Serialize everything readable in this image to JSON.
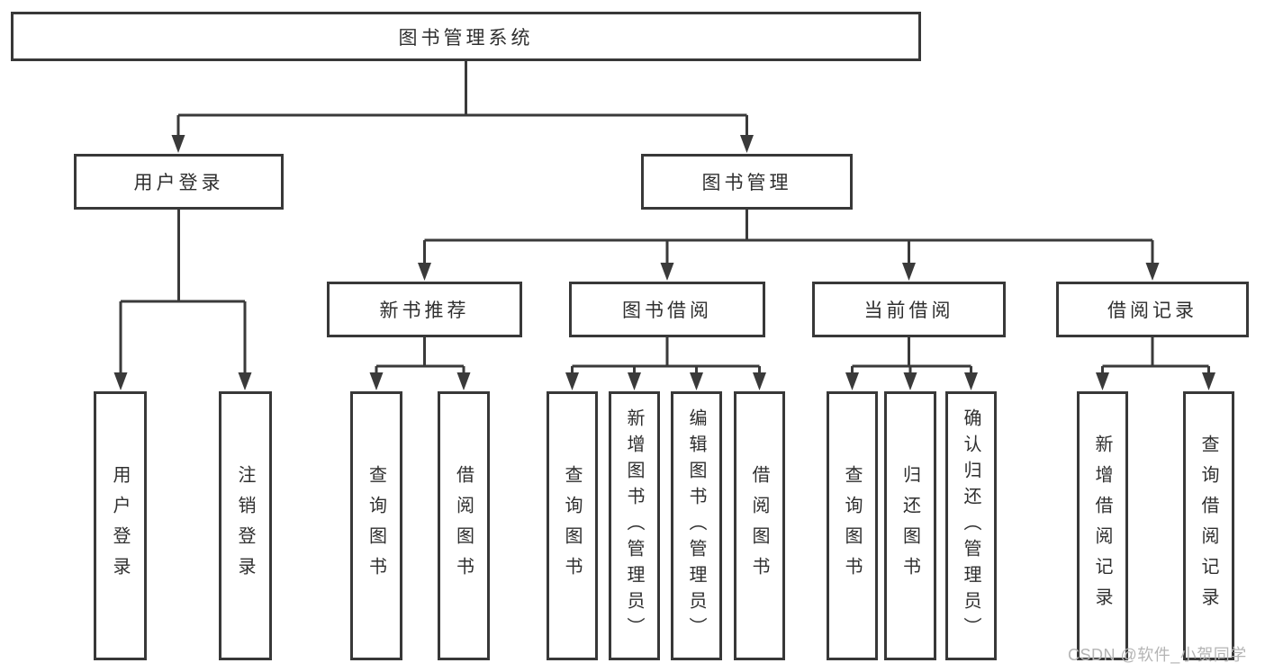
{
  "diagram": {
    "type": "hierarchy-tree",
    "watermark": "CSDN @软件_小贺同学",
    "colors": {
      "background": "#ffffff",
      "line": "#3a3a3a",
      "box_border": "#383838",
      "text": "#2f2f2f",
      "watermark": "#b5b5b5"
    },
    "tree": {
      "root": {
        "label": "图书管理系统",
        "children": [
          {
            "label": "用户登录",
            "children": [
              {
                "label": "用户登录"
              },
              {
                "label": "注销登录"
              }
            ]
          },
          {
            "label": "图书管理",
            "children": [
              {
                "label": "新书推荐",
                "children": [
                  {
                    "label": "查询图书"
                  },
                  {
                    "label": "借阅图书"
                  }
                ]
              },
              {
                "label": "图书借阅",
                "children": [
                  {
                    "label": "查询图书"
                  },
                  {
                    "label": "新增图书（管理员）"
                  },
                  {
                    "label": "编辑图书（管理员）"
                  },
                  {
                    "label": "借阅图书"
                  }
                ]
              },
              {
                "label": "当前借阅",
                "children": [
                  {
                    "label": "查询图书"
                  },
                  {
                    "label": "归还图书"
                  },
                  {
                    "label": "确认归还（管理员）"
                  }
                ]
              },
              {
                "label": "借阅记录",
                "children": [
                  {
                    "label": "新增借阅记录"
                  },
                  {
                    "label": "查询借阅记录"
                  }
                ]
              }
            ]
          }
        ]
      }
    }
  }
}
